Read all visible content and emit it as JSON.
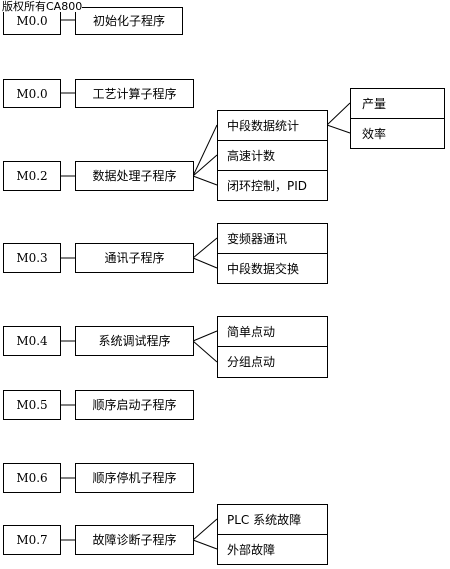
{
  "copyright": "版权所有CA800",
  "rows": [
    {
      "addr": "M0.0",
      "routine": "初始化子程序",
      "subs": []
    },
    {
      "addr": "M0.0",
      "routine": "工艺计算子程序",
      "subs": []
    },
    {
      "addr": "M0.2",
      "routine": "数据处理子程序",
      "subs": [
        "中段数据统计",
        "高速计数",
        "闭环控制，PID"
      ]
    },
    {
      "addr": "M0.3",
      "routine": "通讯子程序",
      "subs": [
        "变频器通讯",
        "中段数据交换"
      ]
    },
    {
      "addr": "M0.4",
      "routine": "系统调试程序",
      "subs": [
        "简单点动",
        "分组点动"
      ]
    },
    {
      "addr": "M0.5",
      "routine": "顺序启动子程序",
      "subs": []
    },
    {
      "addr": "M0.6",
      "routine": "顺序停机子程序",
      "subs": []
    },
    {
      "addr": "M0.7",
      "routine": "故障诊断子程序",
      "subs": [
        "PLC 系统故障",
        "外部故障"
      ]
    }
  ],
  "stats_subs": [
    "产量",
    "效率"
  ]
}
